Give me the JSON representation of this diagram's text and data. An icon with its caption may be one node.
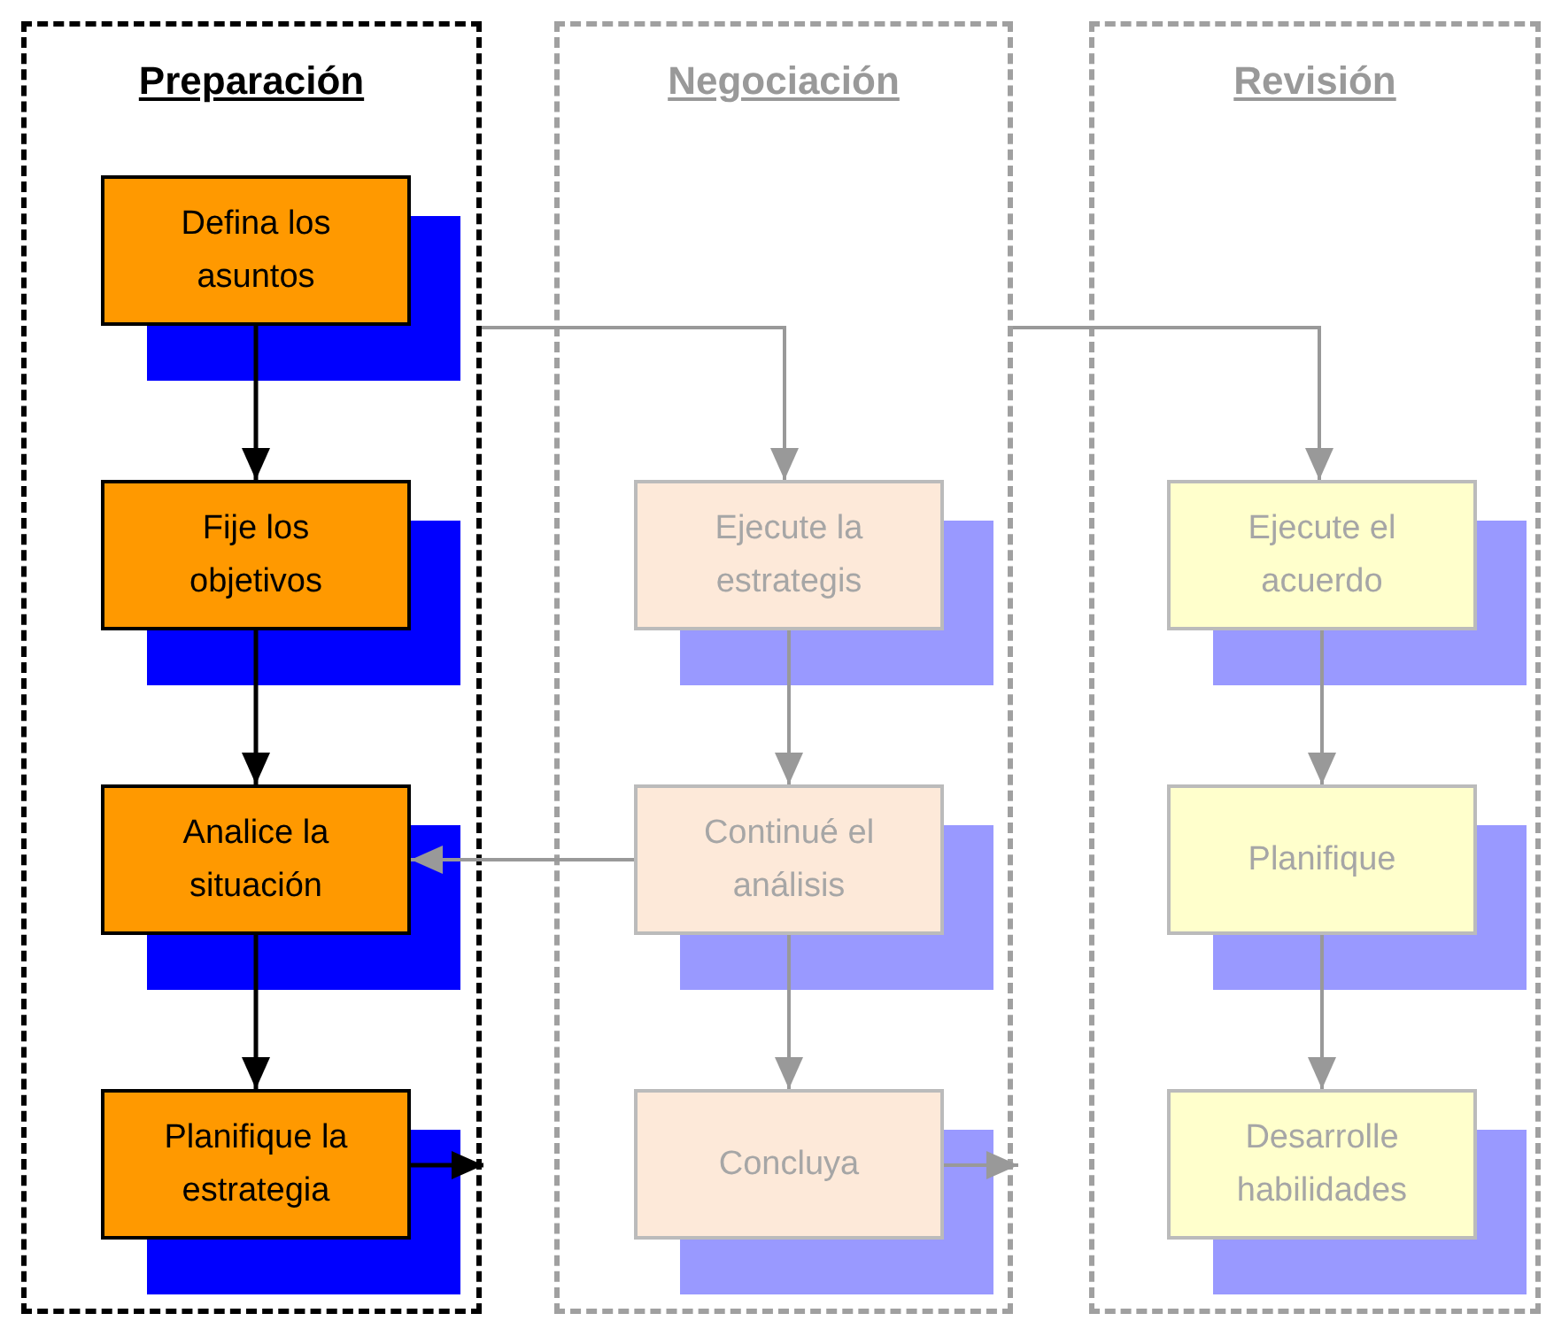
{
  "diagram": {
    "nodes": [
      {
        "text": [
          "Preparación"
        ]
      },
      {
        "text": [
          "Defina los asuntos"
        ],
        "in": 0
      },
      {
        "text": [
          "Fije los objetivos"
        ],
        "in": 0
      },
      {
        "text": [
          "Analice la situación"
        ],
        "in": 0
      },
      {
        "text": [
          "Planifique la estrategia"
        ],
        "in": 0
      },
      {
        "text": [
          "Negociación"
        ]
      },
      {
        "text": [
          "Ejecute la estrategis"
        ],
        "in": 5
      },
      {
        "text": [
          "Continué el análisis"
        ],
        "in": 5
      },
      {
        "text": [
          "Concluya"
        ],
        "in": 5
      },
      {
        "text": [
          "Revisión"
        ]
      },
      {
        "text": [
          "Ejecute el acuerdo"
        ],
        "in": 9
      },
      {
        "text": [
          "Planifique"
        ],
        "in": 9
      },
      {
        "text": [
          "Desarrolle habilidades"
        ],
        "in": 9
      }
    ],
    "edges": [
      {
        "from": 1,
        "to": 2,
        "arrow": "to",
        "color": "#000000"
      },
      {
        "from": 2,
        "to": 3,
        "arrow": "to",
        "color": "#000000"
      },
      {
        "from": 3,
        "to": 4,
        "arrow": "to",
        "color": "#000000"
      },
      {
        "from": 0,
        "to": 6,
        "arrow": "to"
      },
      {
        "from": 6,
        "to": 7,
        "arrow": "to"
      },
      {
        "from": 7,
        "to": 3,
        "arrow": "to"
      },
      {
        "from": 7,
        "to": 8,
        "arrow": "to"
      },
      {
        "from": 8,
        "to": null,
        "arrow": "to"
      },
      {
        "from": 4,
        "to": null,
        "arrow": "to",
        "color": "#000000"
      },
      {
        "from": 5,
        "to": 10,
        "arrow": "to"
      },
      {
        "from": 10,
        "to": 11,
        "arrow": "to"
      },
      {
        "from": 11,
        "to": 12,
        "arrow": "to"
      }
    ]
  }
}
